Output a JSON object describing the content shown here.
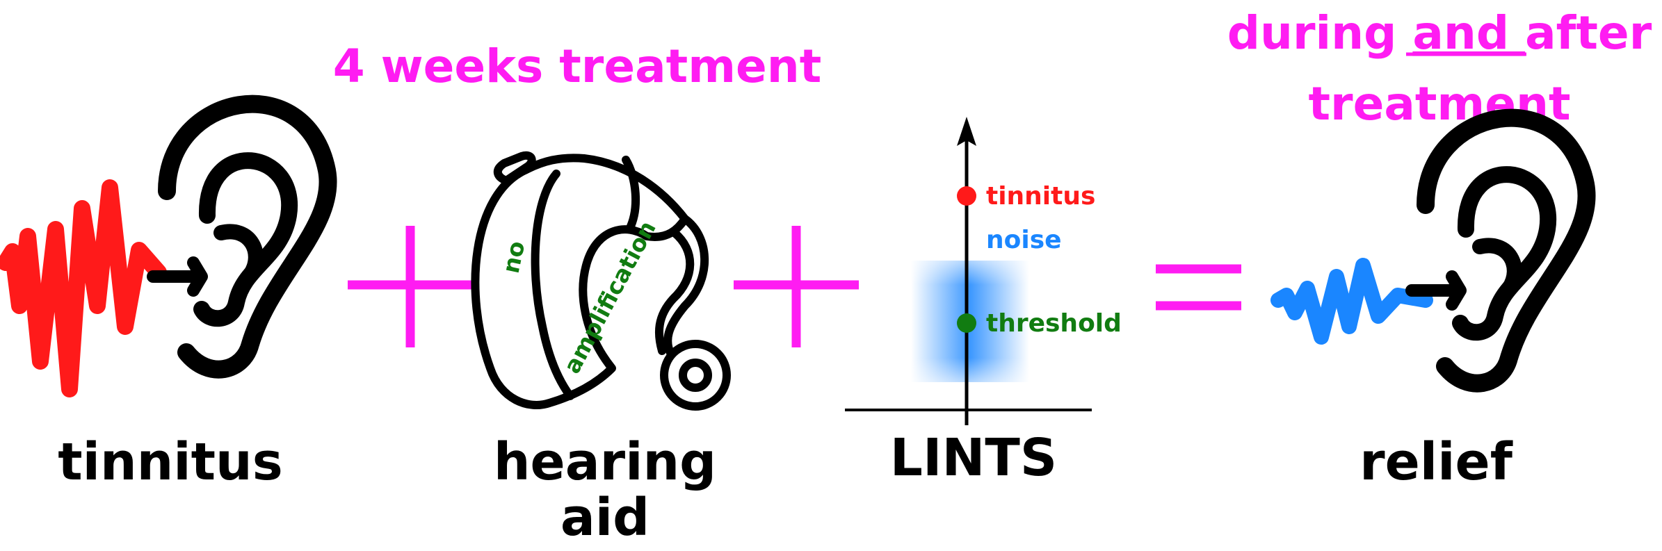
{
  "headers": {
    "treatment": "4 weeks treatment",
    "during_line1_a": "during ",
    "during_line1_b": "and ",
    "during_line1_c": "after",
    "during_line2": "treatment"
  },
  "labels": {
    "tinnitus": "tinnitus",
    "hearing_aid_line1": "hearing",
    "hearing_aid_line2": "aid",
    "lints": "LINTS",
    "relief": "relief"
  },
  "hearing_aid": {
    "text_no": "no",
    "text_amplification": "amplification"
  },
  "lints_graph": {
    "tinnitus": "tinnitus",
    "noise": "noise",
    "threshold": "threshold"
  },
  "colors": {
    "magenta": "#ff1cf2",
    "tinnitus_red": "#ff1a1a",
    "relief_blue": "#1a86ff",
    "green": "#117c11",
    "black": "#000000"
  },
  "icons": [
    "red-soundwave-icon",
    "ear-icon",
    "plus-icon",
    "hearing-aid-icon",
    "plus-icon",
    "axis-graph-icon",
    "equals-icon",
    "blue-soundwave-icon",
    "ear-icon"
  ]
}
